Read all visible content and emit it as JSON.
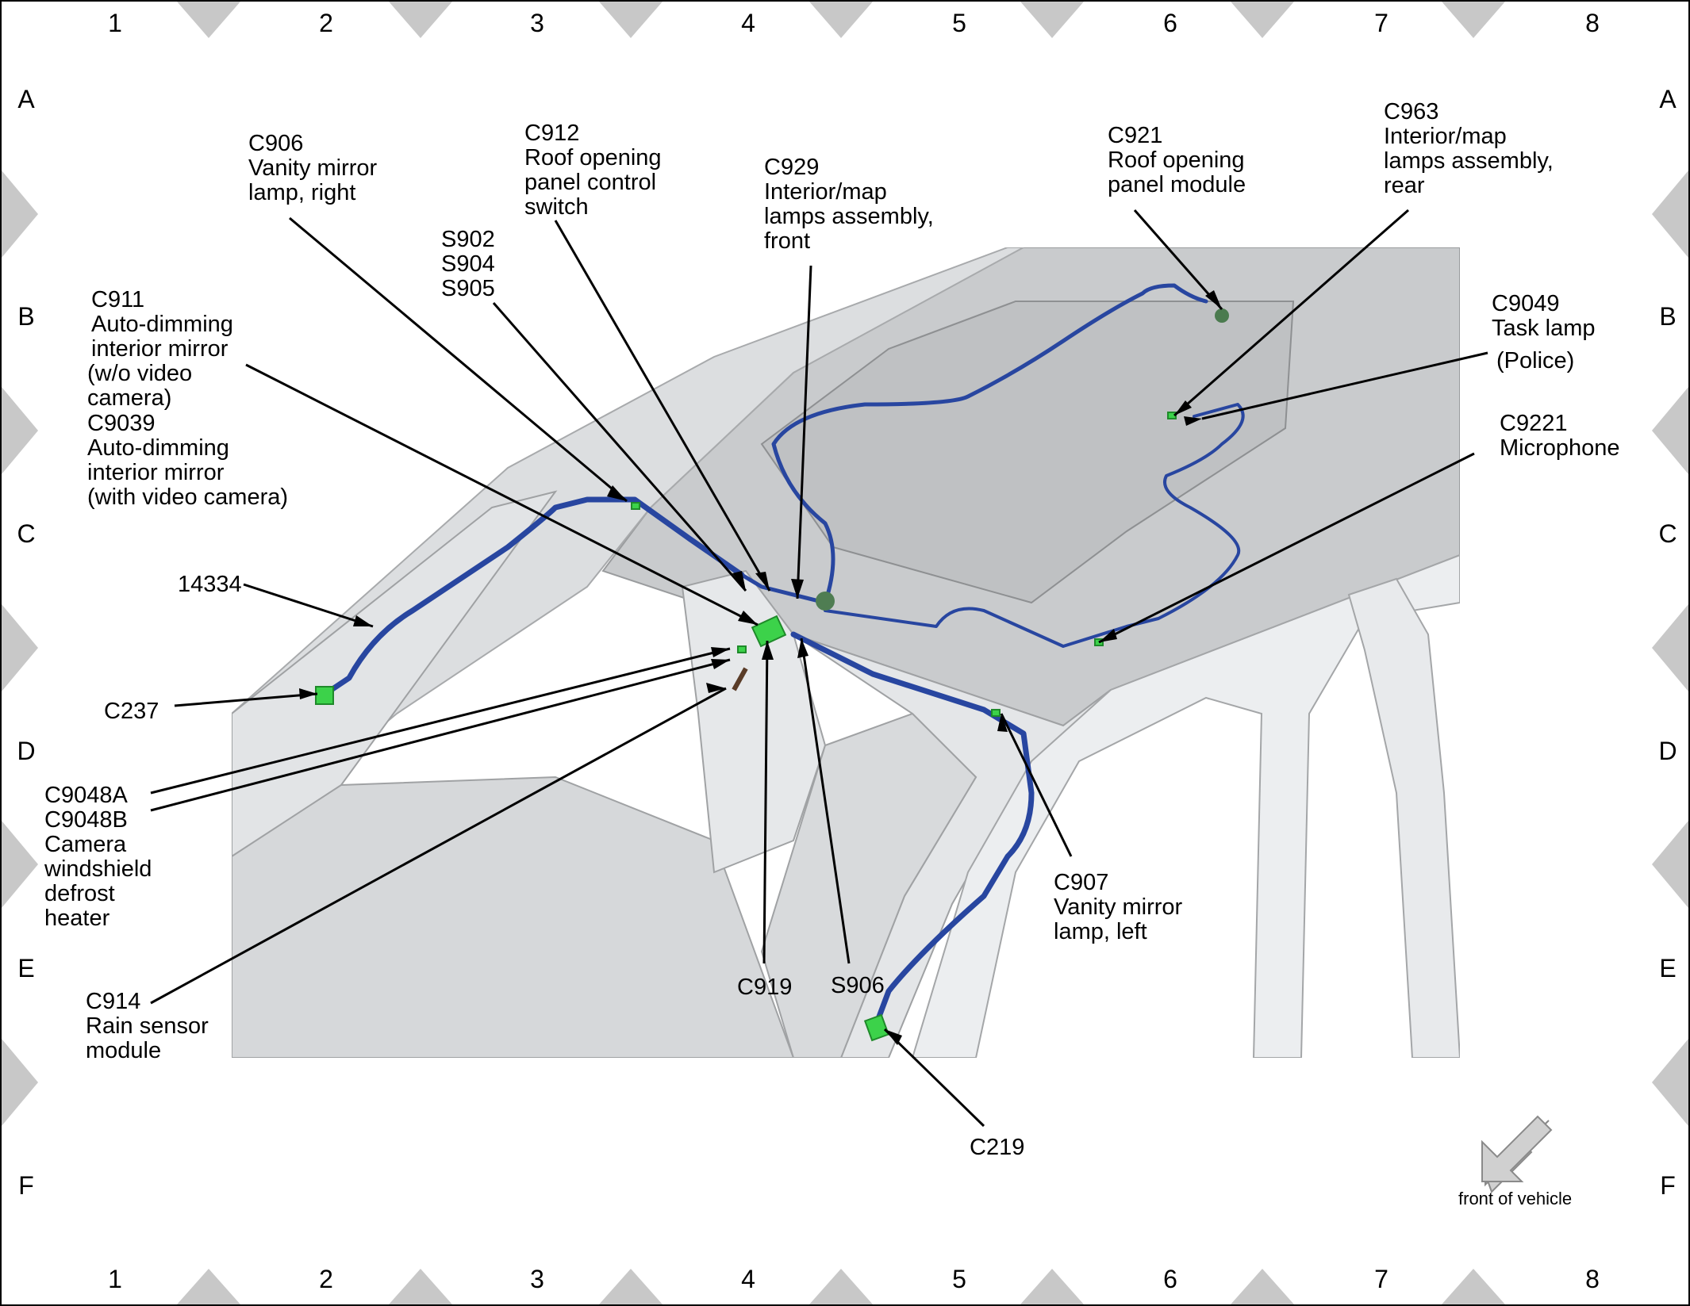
{
  "grid": {
    "columns": [
      "1",
      "2",
      "3",
      "4",
      "5",
      "6",
      "7",
      "8"
    ],
    "rows": [
      "A",
      "B",
      "C",
      "D",
      "E",
      "F"
    ]
  },
  "callouts": {
    "c906": [
      "C906",
      "Vanity mirror",
      "lamp, right"
    ],
    "c912": [
      "C912",
      "Roof opening",
      "panel control",
      "switch"
    ],
    "s902": [
      "S902",
      "S904",
      "S905"
    ],
    "c929": [
      "C929",
      "Interior/map",
      "lamps assembly,",
      "front"
    ],
    "c921": [
      "C921",
      "Roof opening",
      "panel module"
    ],
    "c963": [
      "C963",
      "Interior/map",
      "lamps assembly,",
      "rear"
    ],
    "c911": [
      "C911",
      "Auto-dimming",
      "interior mirror",
      "(w/o video",
      "camera)",
      "C9039",
      "Auto-dimming",
      "interior mirror",
      "(with video camera)"
    ],
    "c9049": [
      "C9049",
      "Task lamp",
      "(Police)"
    ],
    "c9221": [
      "C9221",
      "Microphone"
    ],
    "p14334": [
      "14334"
    ],
    "c237": [
      "C237"
    ],
    "c9048": [
      "C9048A",
      "C9048B",
      "Camera",
      "windshield",
      "defrost",
      "heater"
    ],
    "c907": [
      "C907",
      "Vanity mirror",
      "lamp, left"
    ],
    "c914": [
      "C914",
      "Rain sensor",
      "module"
    ],
    "c919": [
      "C919"
    ],
    "s906": [
      "S906"
    ],
    "c219": [
      "C219"
    ]
  },
  "legend": {
    "front_label": "front of vehicle"
  },
  "colors": {
    "harness": "#2846a0",
    "connector": "#3cd24a",
    "body_panel": "#d2d4d6",
    "roof": "#c6c8ca",
    "border_marker": "#c8c8c8"
  }
}
